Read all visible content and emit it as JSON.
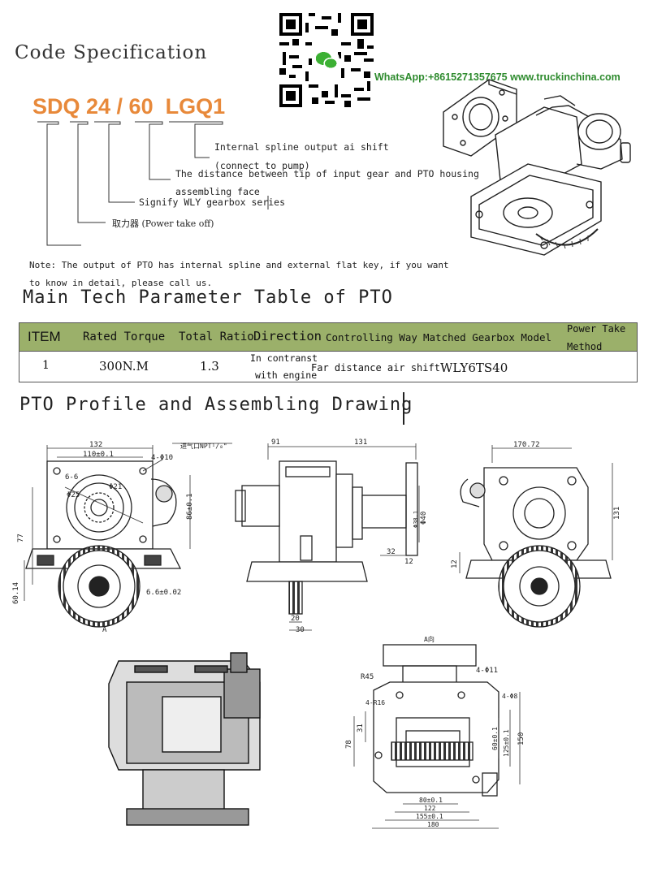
{
  "code_spec": {
    "heading": "Code Specification",
    "code": "SDQ 24 / 60  LGQ1",
    "labels": [
      "Internal spline output ai  shift",
      "(connect to pump)",
      "The distance between tip of input gear and PTO housing",
      "assembling face",
      "Signify WLY gearbox series",
      "取力器 (Power take off)"
    ],
    "note_lines": [
      "Note: The output of PTO has internal spline and external flat key, if you want",
      "to know in detail, please call us."
    ]
  },
  "contact": {
    "text": "WhatsApp:+8615271357675  www.truckinchina.com",
    "color": "#2e8b2e"
  },
  "table_heading": "Main Tech Parameter Table of PTO",
  "table": {
    "header_color": "#9bb06a",
    "headers": [
      "ITEM",
      "Rated Torque",
      "Total Ratio",
      "Direction",
      "Controlling Way",
      "Matched Gearbox Model",
      "Power Take",
      "Method"
    ],
    "row": [
      "1",
      "300N.M",
      "1.3",
      "In contranst",
      "with engine",
      "Far distance air shift",
      "WLY6TS40"
    ]
  },
  "drawing_heading": "PTO Profile and Assembling Drawing",
  "dims": {
    "front": [
      "132",
      "110±0.1",
      "4-Φ10",
      "进气口NPT¹/₈\"",
      "6-6",
      "Φ25",
      "Φ21",
      "86±0.1",
      "77",
      "60.14",
      "6.6±0.02",
      "A"
    ],
    "side": [
      "91",
      "131",
      "Φ40",
      "Φ38.1",
      "32",
      "12",
      "20",
      "30"
    ],
    "rear": [
      "170.72",
      "131",
      "12"
    ],
    "bottom": [
      "A向",
      "4-Φ11",
      "R45",
      "4-R16",
      "4-Φ8",
      "78",
      "31",
      "60±0.1",
      "125±0.1",
      "150",
      "80±0.1",
      "122",
      "155±0.1",
      "180"
    ]
  }
}
